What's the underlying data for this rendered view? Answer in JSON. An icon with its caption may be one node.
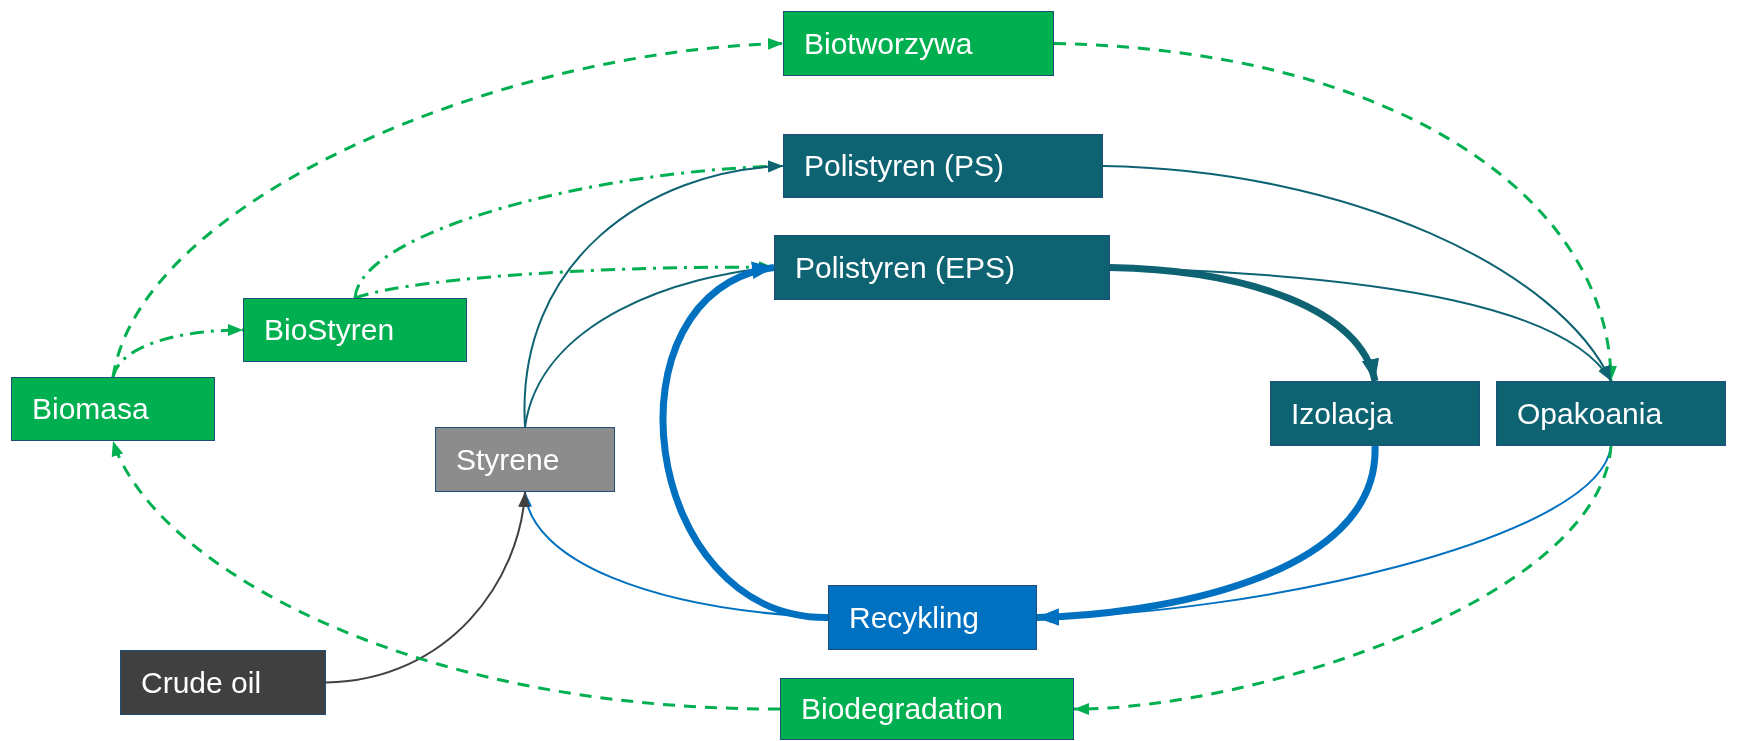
{
  "diagram": {
    "nodes": [
      {
        "text": [
          "Biotworzywa"
        ]
      },
      {
        "text": [
          "Polistyren (PS)"
        ]
      },
      {
        "text": [
          "Polistyren (EPS)"
        ]
      },
      {
        "text": [
          "BioStyren"
        ]
      },
      {
        "text": [
          "Biomasa"
        ]
      },
      {
        "text": [
          "Styrene"
        ]
      },
      {
        "text": [
          "Izolacja"
        ]
      },
      {
        "text": [
          "Opakoania"
        ]
      },
      {
        "text": [
          "Recykling"
        ]
      },
      {
        "text": [
          "Crude oil"
        ]
      },
      {
        "text": [
          "Biodegradation"
        ]
      }
    ],
    "edges": [
      {
        "from": 4,
        "to": 0,
        "arrow": "to",
        "style": "dashed"
      },
      {
        "from": 0,
        "to": 7,
        "arrow": "to",
        "style": "dashed"
      },
      {
        "from": 4,
        "to": 3,
        "arrow": "to",
        "style": "dashed"
      },
      {
        "from": 3,
        "to": 1,
        "arrow": "to",
        "style": "dashed"
      },
      {
        "from": 3,
        "to": 2,
        "arrow": "to",
        "style": "dashed"
      },
      {
        "from": 5,
        "to": 1,
        "arrow": "to",
        "color": "#0e6373"
      },
      {
        "from": 5,
        "to": 2,
        "arrow": "to",
        "color": "#0e6373"
      },
      {
        "from": 1,
        "to": 7,
        "arrow": "to",
        "color": "#0e6373"
      },
      {
        "from": 2,
        "to": 7,
        "arrow": "to",
        "color": "#0e6373"
      },
      {
        "from": 2,
        "to": 6,
        "arrow": "to",
        "style": "thick",
        "color": "#0e6373"
      },
      {
        "from": 6,
        "to": 8,
        "arrow": "to",
        "style": "thick",
        "color": "#0070c0"
      },
      {
        "from": 7,
        "to": 8,
        "arrow": "to",
        "color": "#0070c0"
      },
      {
        "from": 8,
        "to": 2,
        "arrow": "to",
        "style": "thick",
        "color": "#0070c0"
      },
      {
        "from": 8,
        "to": 5,
        "arrow": "to",
        "color": "#0070c0"
      },
      {
        "from": 9,
        "to": 5,
        "arrow": "to",
        "color": "#404040"
      },
      {
        "from": 7,
        "to": 10,
        "arrow": "to",
        "style": "dashed"
      },
      {
        "from": 10,
        "to": 4,
        "arrow": "to",
        "style": "dashed"
      }
    ]
  }
}
